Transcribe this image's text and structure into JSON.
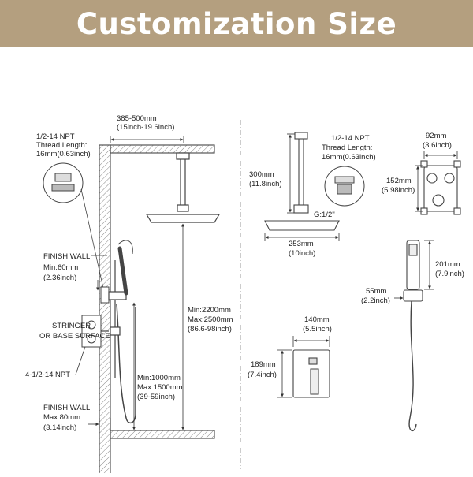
{
  "banner": {
    "title": "Customization Size",
    "color": "#b49f7f"
  },
  "left": {
    "width_range": {
      "line1": "385-500mm",
      "line2": "(15inch-19.6inch)"
    },
    "thread": {
      "line1": "1/2-14 NPT",
      "line2": "Thread Length:",
      "line3": "16mm(0.63inch)"
    },
    "finish_wall_top": {
      "line1": "FINISH WALL",
      "line2": "Min:60mm",
      "line3": "(2.36inch)"
    },
    "stringer": {
      "line1": "STRINGER",
      "line2": "OR BASE SURFACE"
    },
    "npt_4": "4-1/2-14 NPT",
    "finish_wall_bottom": {
      "line1": "FINISH WALL",
      "line2": "Max:80mm",
      "line3": "(3.14inch)"
    },
    "height_range": {
      "line1": "Min:2200mm",
      "line2": "Max:2500mm",
      "line3": "(86.6-98inch)"
    },
    "slide_range": {
      "line1": "Min:1000mm",
      "line2": "Max:1500mm",
      "line3": "(39-59inch)"
    }
  },
  "right": {
    "thread": {
      "line1": "1/2-14 NPT",
      "line2": "Thread Length:",
      "line3": "16mm(0.63inch)"
    },
    "arm_length": {
      "line1": "300mm",
      "line2": "(11.8inch)"
    },
    "connector": "G:1/2''",
    "head_width": {
      "line1": "253mm",
      "line2": "(10inch)"
    },
    "valve_width": {
      "line1": "92mm",
      "line2": "(3.6inch)"
    },
    "valve_height": {
      "line1": "152mm",
      "line2": "(5.98inch)"
    },
    "handheld_length": {
      "line1": "201mm",
      "line2": "(7.9inch)"
    },
    "holder_width": {
      "line1": "55mm",
      "line2": "(2.2inch)"
    },
    "plate_width": {
      "line1": "140mm",
      "line2": "(5.5inch)"
    },
    "plate_height": {
      "line1": "189mm",
      "line2": "(7.4inch)"
    }
  }
}
